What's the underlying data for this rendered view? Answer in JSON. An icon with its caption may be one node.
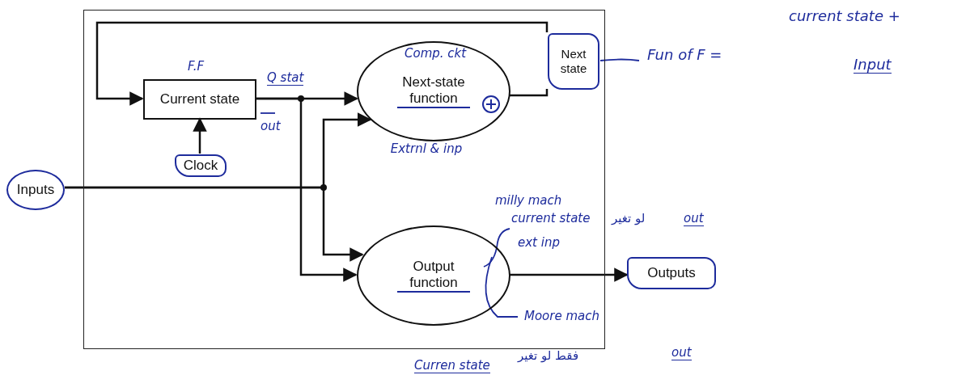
{
  "diagram": {
    "nodes": [
      {
        "text": [],
        "shape": "box"
      },
      {
        "text": [
          "Current state"
        ],
        "in": 0
      },
      {
        "text": [
          "Next-state function"
        ],
        "in": 0
      },
      {
        "text": [
          "Next state"
        ],
        "in": 0
      },
      {
        "text": [
          "Clock"
        ],
        "in": 0
      },
      {
        "text": [
          "Inputs"
        ]
      },
      {
        "text": [
          "Output function"
        ],
        "in": 0
      },
      {
        "text": [
          "Outputs"
        ]
      }
    ],
    "edges": [
      {
        "from": 2,
        "to": 3,
        "arrow": "none"
      },
      {
        "from": 3,
        "to": 1,
        "arrow": "to"
      },
      {
        "from": 1,
        "to": 2,
        "arrow": "to"
      },
      {
        "from": 1,
        "to": 6,
        "arrow": "to"
      },
      {
        "from": 4,
        "to": 1,
        "arrow": "to"
      },
      {
        "from": 5,
        "to": 2,
        "arrow": "to"
      },
      {
        "from": 5,
        "to": 6,
        "arrow": "to"
      },
      {
        "from": 6,
        "to": 7,
        "arrow": "to"
      }
    ],
    "labels": [
      "current state +",
      "F.F",
      "Comp. ckt",
      "Fun of F =",
      "Input",
      "Q stat",
      "out",
      "Extrnl & inp",
      "milly mach",
      "current state",
      "لو تغير",
      "out",
      "ext inp",
      "Moore mach",
      "فقط لو تغير",
      "out",
      "Curren state"
    ]
  }
}
